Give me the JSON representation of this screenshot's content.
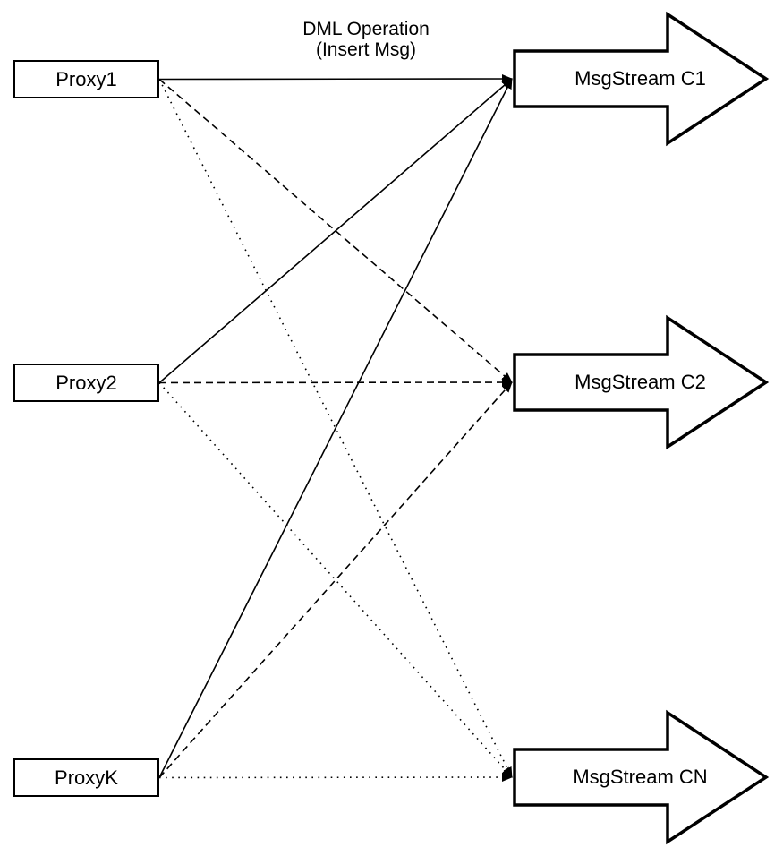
{
  "diagram": {
    "top_label": {
      "line1": "DML Operation",
      "line2": "(Insert Msg)"
    },
    "proxies": [
      {
        "id": "proxy1",
        "label": "Proxy1"
      },
      {
        "id": "proxy2",
        "label": "Proxy2"
      },
      {
        "id": "proxyk",
        "label": "ProxyK"
      }
    ],
    "streams": [
      {
        "id": "c1",
        "label": "MsgStream C1"
      },
      {
        "id": "c2",
        "label": "MsgStream C2"
      },
      {
        "id": "cn",
        "label": "MsgStream CN"
      }
    ],
    "connections": [
      {
        "from": "proxy1",
        "to": "c1",
        "style": "solid"
      },
      {
        "from": "proxy2",
        "to": "c1",
        "style": "solid"
      },
      {
        "from": "proxyk",
        "to": "c1",
        "style": "solid"
      },
      {
        "from": "proxy1",
        "to": "c2",
        "style": "dashed"
      },
      {
        "from": "proxy2",
        "to": "c2",
        "style": "dashed"
      },
      {
        "from": "proxyk",
        "to": "c2",
        "style": "dashed"
      },
      {
        "from": "proxy1",
        "to": "cn",
        "style": "dotted"
      },
      {
        "from": "proxy2",
        "to": "cn",
        "style": "dotted"
      },
      {
        "from": "proxyk",
        "to": "cn",
        "style": "dotted"
      }
    ],
    "colors": {
      "line": "#000000",
      "shape_fill": "#ffffff",
      "background": "#ffffff"
    }
  }
}
